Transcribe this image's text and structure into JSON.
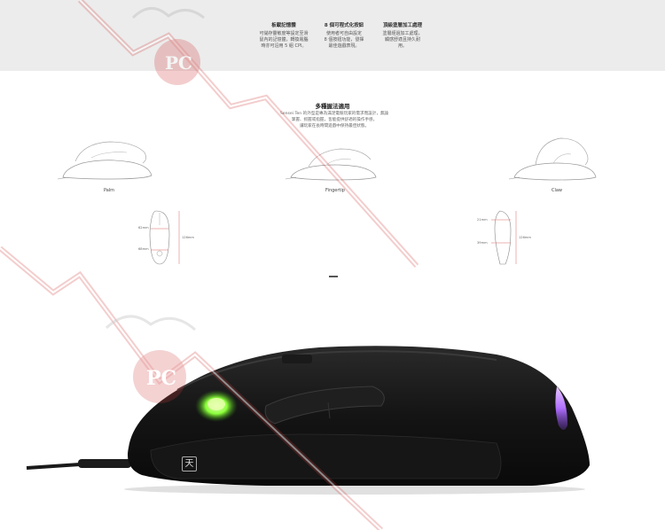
{
  "features": [
    {
      "title": "板載記憶體",
      "lines": [
        "可儲存靈敏度等設定至滑",
        "鼠內的記憶體，轉換電腦",
        "時亦可沿用 5 組 CPI。"
      ]
    },
    {
      "title": "8 個可程式化按鈕",
      "lines": [
        "使用者可自由設定",
        "8 個按鈕功能，發揮",
        "最佳遊戲表現。"
      ]
    },
    {
      "title": "頂級塗層加工處理",
      "lines": [
        "塗層經過加工處理，",
        "觸感舒適且持久耐",
        "用。"
      ]
    }
  ],
  "grip": {
    "title": "多種握法適用",
    "desc": [
      "Sensei Ten 的外型是專為滿足電競玩家的需求而設計，無論",
      "掌握、抓握或指握，皆能提供舒適的操作手感，",
      "讓玩家在長時間遊戲中保持最佳狀態。"
    ],
    "styles": [
      {
        "label": "Palm"
      },
      {
        "label": "Fingertip"
      },
      {
        "label": "Claw"
      }
    ]
  },
  "dimensions": {
    "left": {
      "a": "62mm",
      "b": "68mm",
      "len": "126mm"
    },
    "right": {
      "a": "21mm",
      "b": "39mm",
      "len": "126mm"
    }
  },
  "product": {
    "badge": "天"
  },
  "colors": {
    "band": "#ececec",
    "mouse_body": "#111111",
    "led_green": "#8cff3a",
    "led_purple": "#c88cff",
    "watermark": "#d03a3a"
  }
}
